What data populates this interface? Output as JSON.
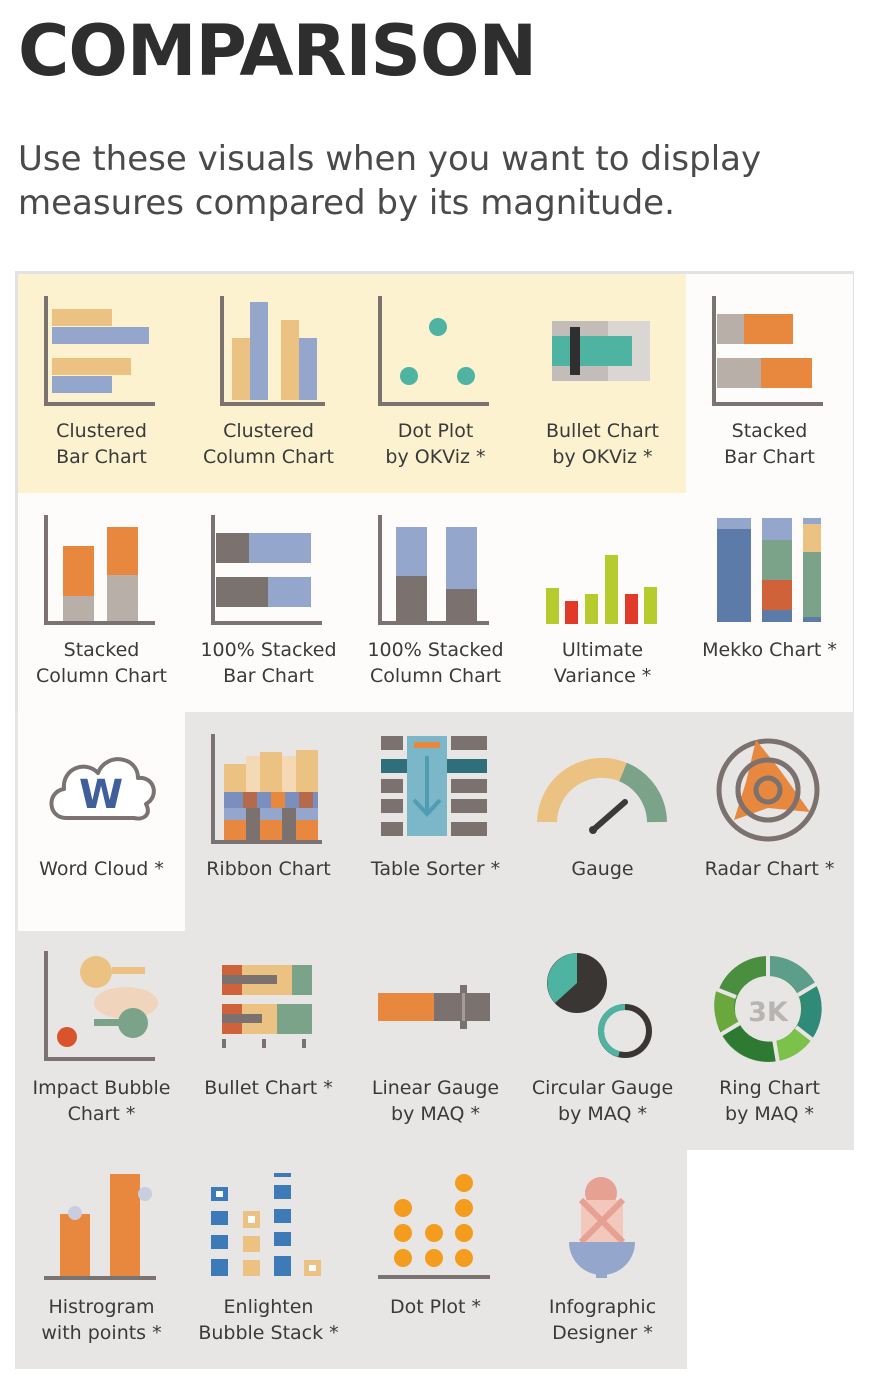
{
  "header": {
    "title": "COMPARISON",
    "subtitle": "Use these visuals when you want to display measures compared by its magnitude."
  },
  "tiles": [
    {
      "label": "Clustered\nBar Chart",
      "icon": "clustered-bar-chart-icon"
    },
    {
      "label": "Clustered\nColumn Chart",
      "icon": "clustered-column-chart-icon"
    },
    {
      "label": "Dot Plot\nby OKViz *",
      "icon": "dot-plot-okviz-icon"
    },
    {
      "label": "Bullet Chart\nby OKViz *",
      "icon": "bullet-chart-okviz-icon"
    },
    {
      "label": "Stacked\nBar Chart",
      "icon": "stacked-bar-chart-icon"
    },
    {
      "label": "Stacked\nColumn Chart",
      "icon": "stacked-column-chart-icon"
    },
    {
      "label": "100% Stacked\nBar Chart",
      "icon": "stacked-100-bar-chart-icon"
    },
    {
      "label": "100% Stacked\nColumn Chart",
      "icon": "stacked-100-column-chart-icon"
    },
    {
      "label": "Ultimate\nVariance *",
      "icon": "ultimate-variance-icon"
    },
    {
      "label": "Mekko Chart *",
      "icon": "mekko-chart-icon"
    },
    {
      "label": "Word Cloud *",
      "icon": "word-cloud-icon"
    },
    {
      "label": "Ribbon Chart",
      "icon": "ribbon-chart-icon"
    },
    {
      "label": "Table Sorter *",
      "icon": "table-sorter-icon"
    },
    {
      "label": "Gauge",
      "icon": "gauge-icon"
    },
    {
      "label": "Radar Chart *",
      "icon": "radar-chart-icon"
    },
    {
      "label": "Impact Bubble\nChart *",
      "icon": "impact-bubble-chart-icon"
    },
    {
      "label": "Bullet Chart *",
      "icon": "bullet-chart-icon"
    },
    {
      "label": "Linear Gauge\nby MAQ *",
      "icon": "linear-gauge-icon"
    },
    {
      "label": "Circular Gauge\nby MAQ *",
      "icon": "circular-gauge-icon"
    },
    {
      "label": "Ring Chart\nby MAQ *",
      "icon": "ring-chart-icon"
    },
    {
      "label": "Histrogram\nwith points *",
      "icon": "histogram-points-icon"
    },
    {
      "label": "Enlighten\nBubble Stack *",
      "icon": "enlighten-bubble-stack-icon"
    },
    {
      "label": "Dot Plot *",
      "icon": "dot-plot-icon"
    },
    {
      "label": "Infographic\nDesigner *",
      "icon": "infographic-designer-icon"
    }
  ],
  "icon_text": {
    "word_cloud_letter": "W",
    "ring_value": "3K"
  },
  "colors": {
    "axis": "#7b7371",
    "orange": "#e8883e",
    "blue": "#94a6cb",
    "sand": "#ecc283",
    "teal": "#4fb3a1",
    "gray": "#b8afa9",
    "brown": "#7b716e",
    "green": "#b6cc2e",
    "red": "#e23a2a",
    "yellow_bg": "#fcf2cf",
    "gray_bg": "#e8e6e5"
  }
}
